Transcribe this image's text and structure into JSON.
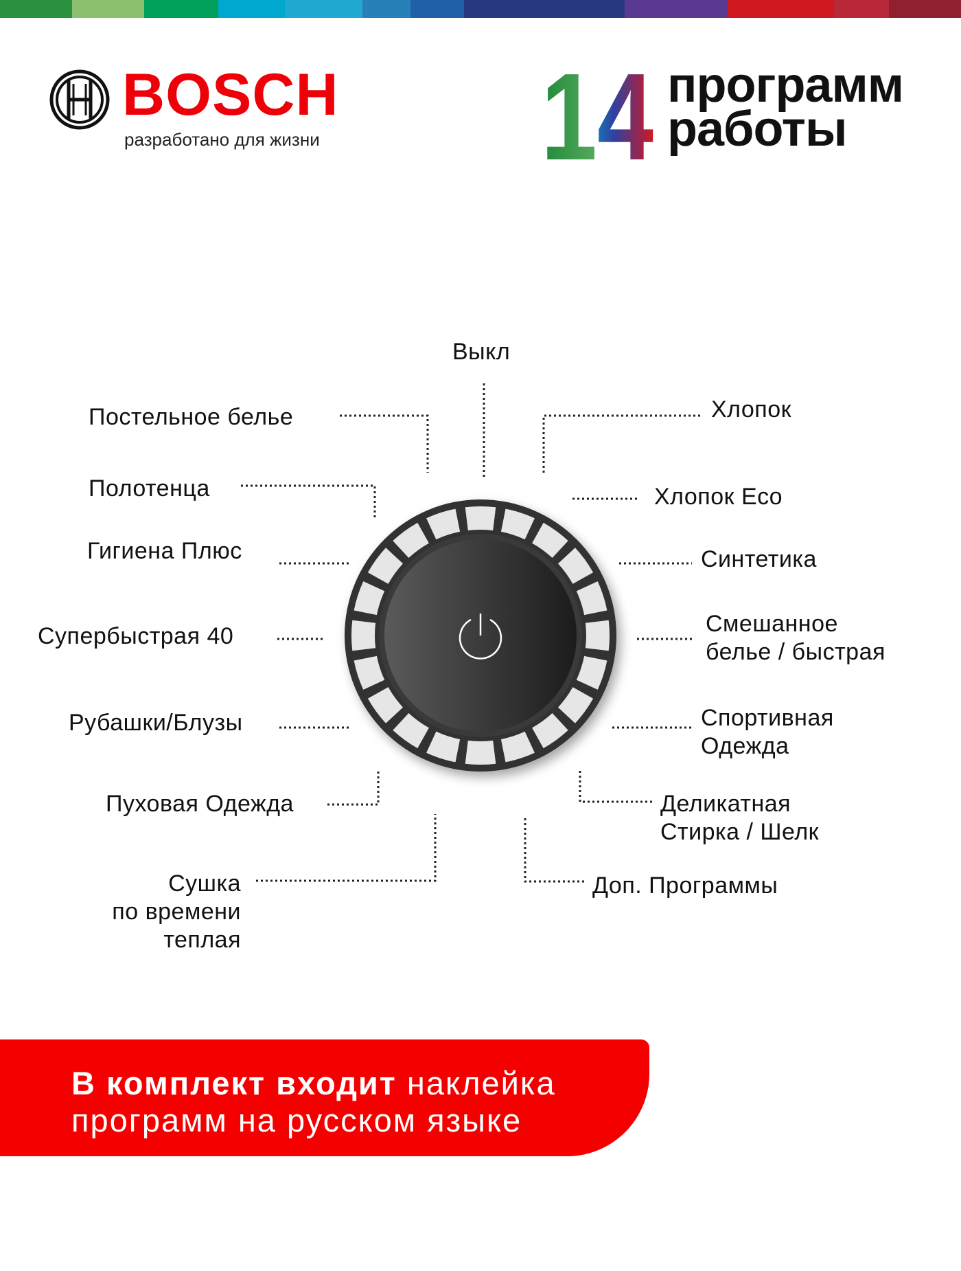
{
  "header": {
    "brand": "BOSCH",
    "tagline": "разработано для жизни",
    "program_count": "14",
    "title_line1": "программ",
    "title_line2": "работы"
  },
  "colors": {
    "brand_red": "#ed0007",
    "banner_red": "#f50000",
    "dial_dark": "#2b2b2b",
    "segment": "#e6e6e6",
    "top_stripes": [
      "#2a9040",
      "#8cc070",
      "#00a05a",
      "#00a8d0",
      "#20a8d0",
      "#2880b8",
      "#2060a8",
      "#283880",
      "#2a3a80",
      "#5a3a90",
      "#d01820",
      "#b82838",
      "#902030"
    ]
  },
  "dial": {
    "segments": 20,
    "center_icon": "power-icon"
  },
  "programs": {
    "off": "Выкл",
    "bedding": "Постельное белье",
    "towels": "Полотенца",
    "hygiene": "Гигиена Плюс",
    "superfast": "Супербыстрая 40",
    "shirts": "Рубашки/Блузы",
    "down": "Пуховая Одежда",
    "dry_1": "Сушка",
    "dry_2": "по времени",
    "dry_3": "теплая",
    "cotton": "Хлопок",
    "cotton_eco": "Хлопок Eco",
    "synthetics": "Синтетика",
    "mixed_1": "Смешанное",
    "mixed_2": "белье / быстрая",
    "sport_1": "Спортивная",
    "sport_2": "Одежда",
    "delicate_1": "Деликатная",
    "delicate_2": "Стирка / Шелк",
    "extra": "Доп. Программы"
  },
  "banner": {
    "bold": "В комплект входит",
    "rest1": " наклейка",
    "line2": "программ на русском языке"
  }
}
